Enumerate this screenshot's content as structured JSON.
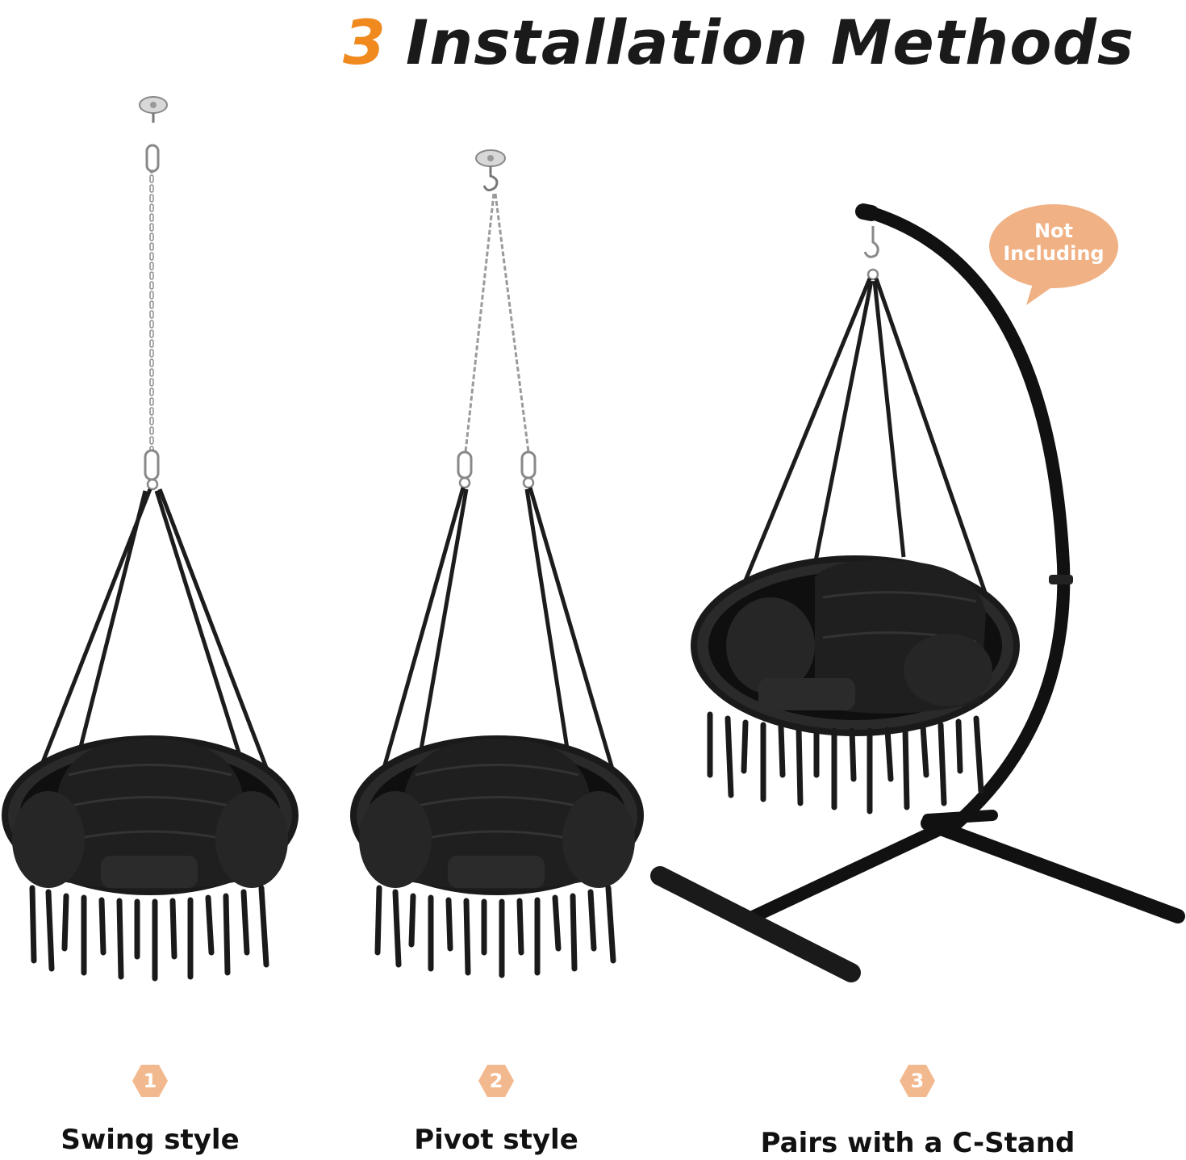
{
  "header": {
    "number": "3",
    "title": "Installation Methods"
  },
  "bubble": {
    "text": "Not\nIncluding"
  },
  "methods": [
    {
      "badge": "1",
      "label": "Swing style",
      "icon": "swing-chair-hanging-from-ceiling"
    },
    {
      "badge": "2",
      "label": "Pivot style",
      "icon": "pivot-chair-hanging-from-ceiling"
    },
    {
      "badge": "3",
      "label": "Pairs with a C-Stand",
      "icon": "chair-on-c-stand"
    }
  ],
  "colors": {
    "accent": "#f08a1f",
    "badge": "#f3b98e",
    "bubble": "#f0b184",
    "chair": "#1c1c1c",
    "chain": "#9a9a9a"
  }
}
